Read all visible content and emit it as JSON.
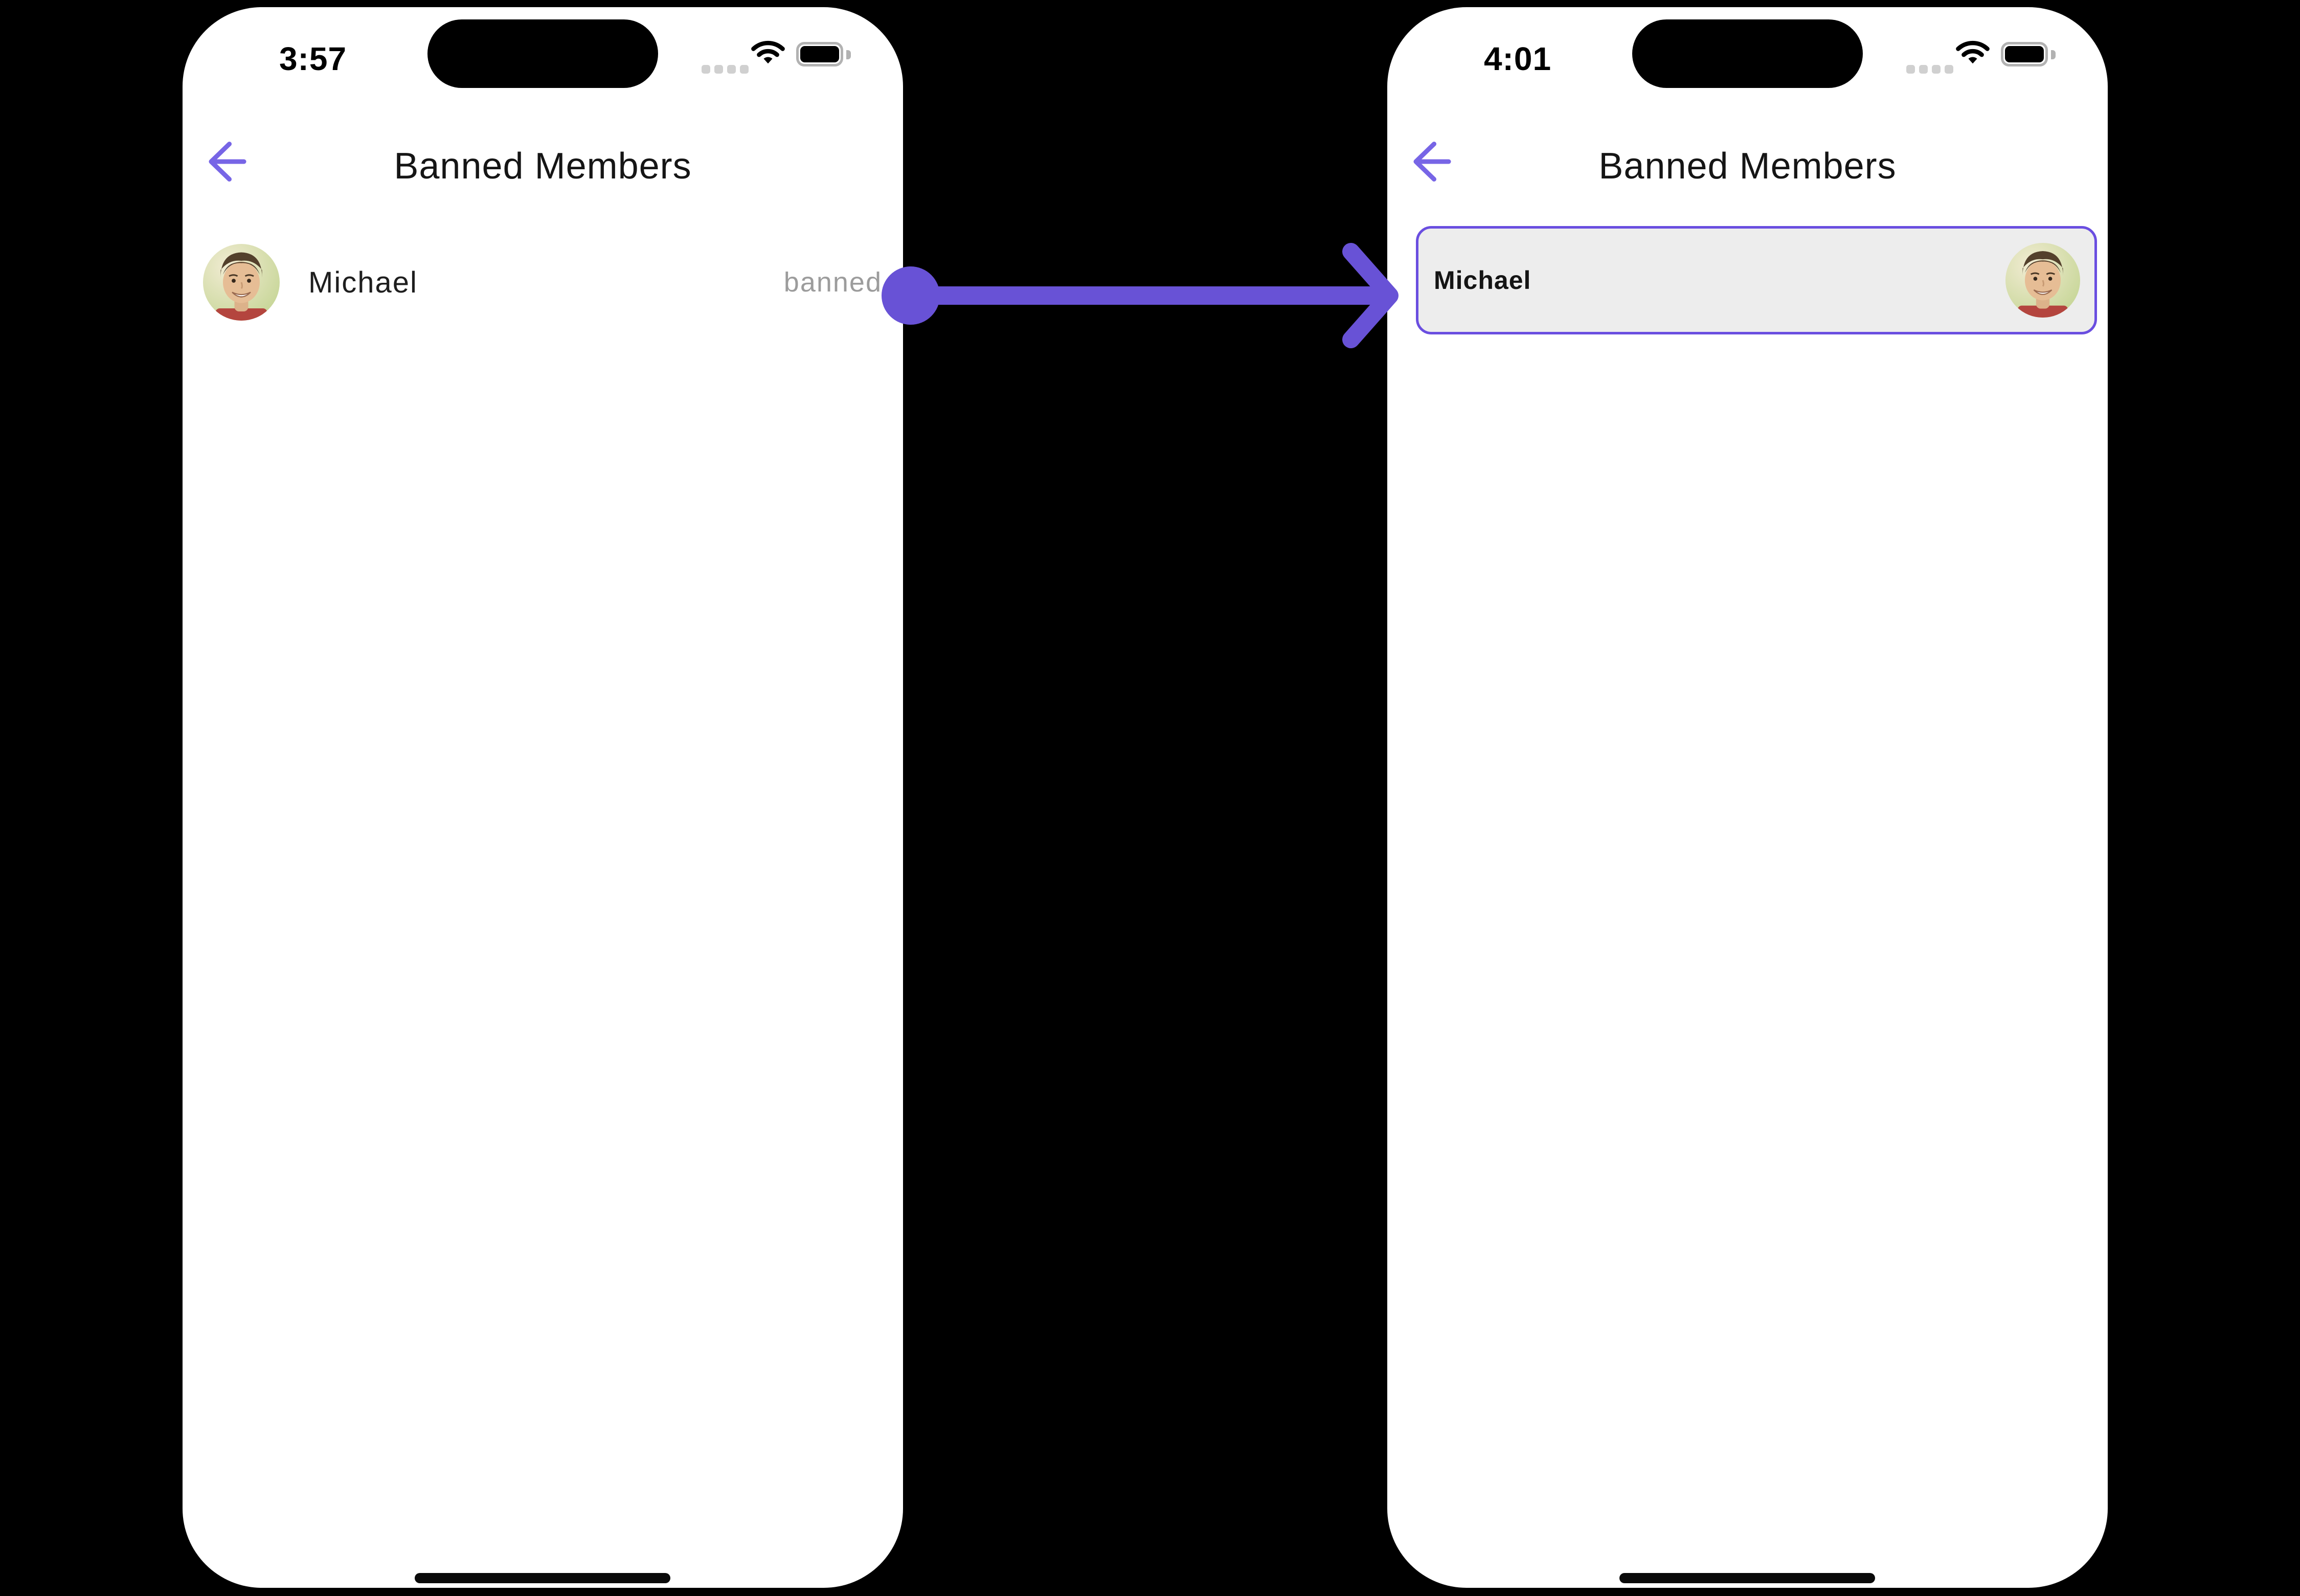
{
  "annotation_arrow": {
    "direction": "left-screen-to-right-screen",
    "color": "#6852d6"
  },
  "left_phone": {
    "status_bar": {
      "time": "3:57"
    },
    "header": {
      "title": "Banned Members",
      "back_icon": "arrow-left"
    },
    "members": [
      {
        "name": "Michael",
        "status": "banned",
        "avatar": "michael-photo"
      }
    ]
  },
  "right_phone": {
    "status_bar": {
      "time": "4:01"
    },
    "header": {
      "title": "Banned Members",
      "back_icon": "arrow-left"
    },
    "selected_member": {
      "name": "Michael",
      "avatar": "michael-photo"
    }
  },
  "colors": {
    "page_background": "#000000",
    "phone_background": "#ffffff",
    "accent_purple_arrow": "#6852d6",
    "back_arrow_purple": "#7765e6",
    "card_border": "#6a4ee0",
    "card_background": "#ededed",
    "banned_text": "#9c9c9c",
    "status_dots": "#d0d0d0"
  }
}
